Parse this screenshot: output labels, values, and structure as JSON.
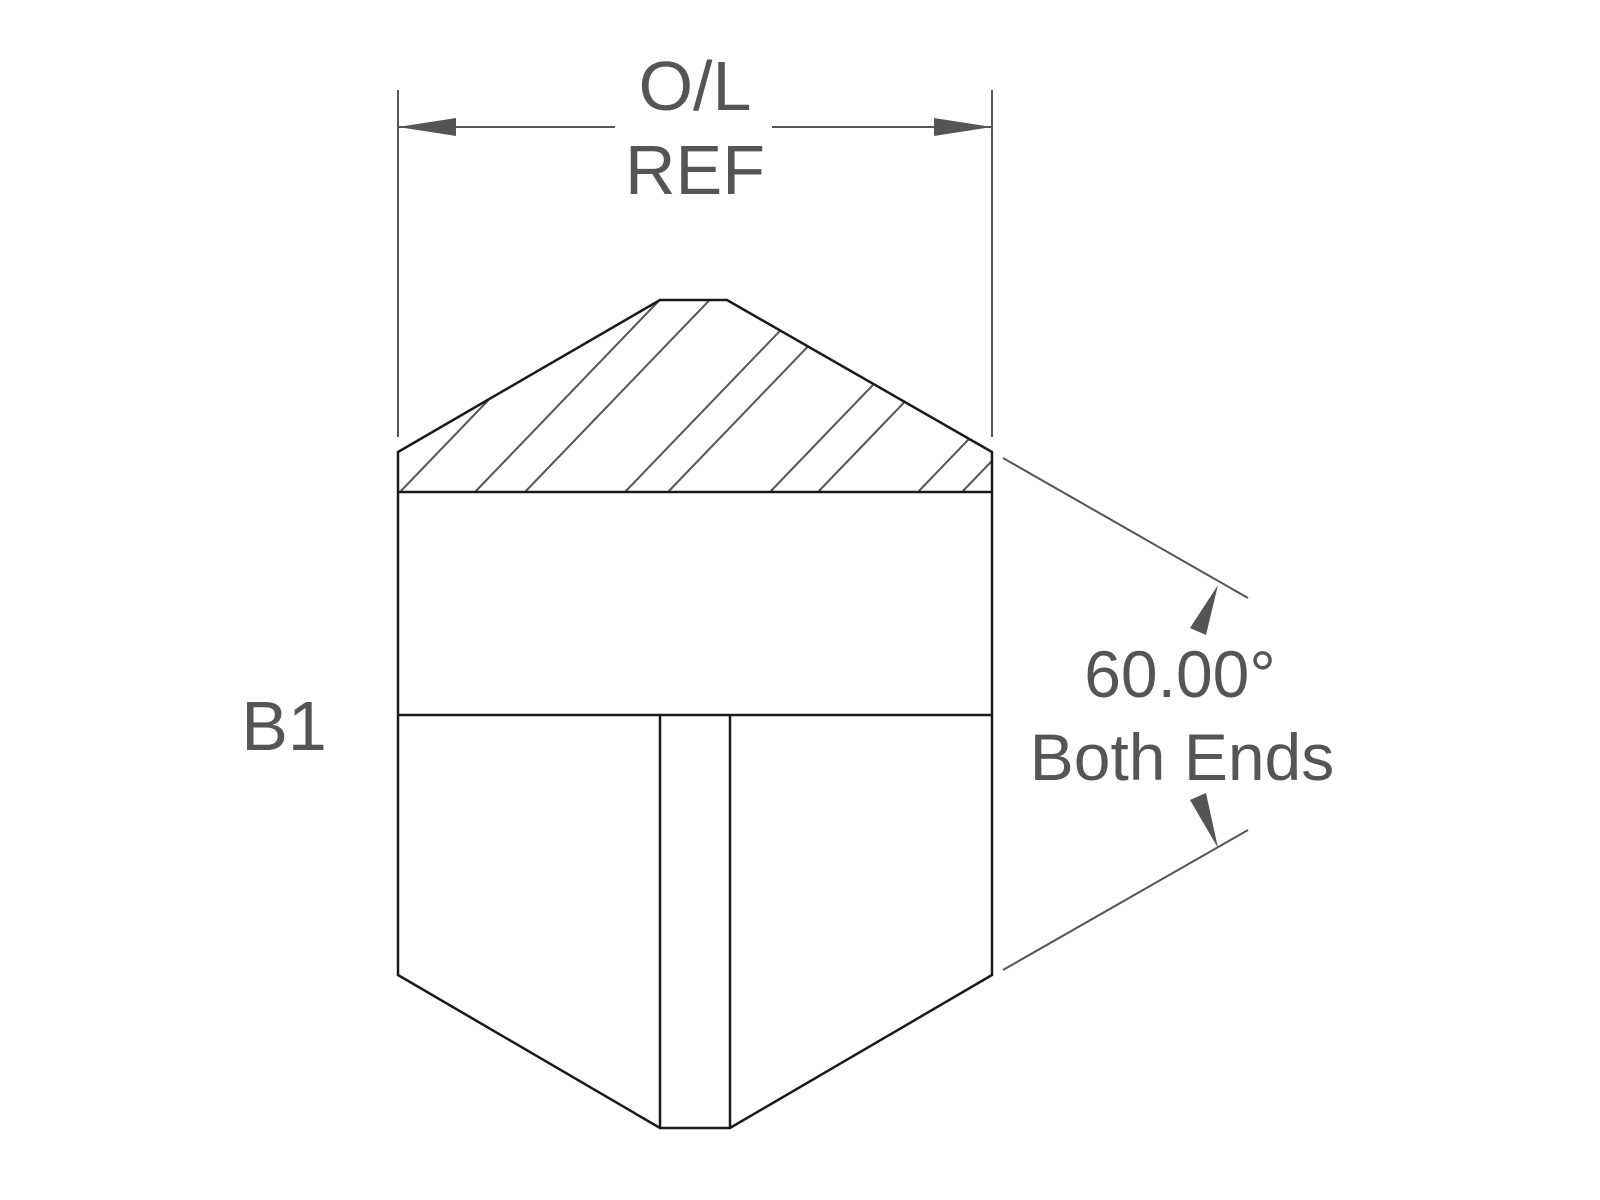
{
  "drawing": {
    "overall_length_label": "O/L",
    "overall_length_note": "REF",
    "part_label": "B1",
    "angle_value": "60.00°",
    "angle_note": "Both Ends"
  },
  "colors": {
    "outline": "#1a1a1a",
    "dimension": "#555555",
    "text": "#555555"
  }
}
